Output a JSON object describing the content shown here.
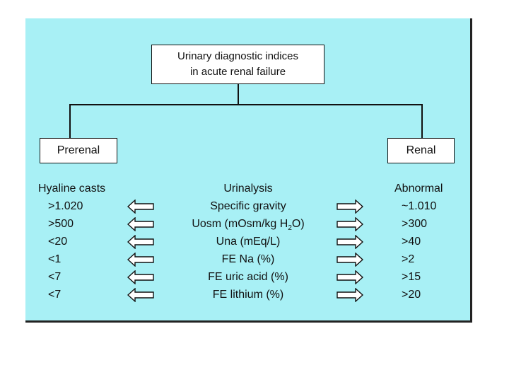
{
  "title": {
    "line1": "Urinary diagnostic indices",
    "line2": "in acute renal failure"
  },
  "branches": {
    "left": "Prerenal",
    "right": "Renal"
  },
  "columns": {
    "left_header": "Hyaline casts",
    "mid_header": "Urinalysis",
    "right_header": "Abnormal"
  },
  "rows": [
    {
      "left": ">1.020",
      "mid": "Specific gravity",
      "right": "~1.010"
    },
    {
      "left": ">500",
      "mid_pre": "Uosm (mOsm/kg H",
      "mid_sub": "2",
      "mid_post": "O)",
      "right": ">300"
    },
    {
      "left": "<20",
      "mid": "Una (mEq/L)",
      "right": ">40"
    },
    {
      "left": "<1",
      "mid": "FE Na (%)",
      "right": ">2"
    },
    {
      "left": "<7",
      "mid": "FE uric acid (%)",
      "right": ">15"
    },
    {
      "left": "<7",
      "mid": "FE lithium (%)",
      "right": ">20"
    }
  ],
  "colors": {
    "panel_background": "#a8f0f5",
    "box_background": "#ffffff",
    "line": "#111111"
  },
  "icons": {
    "left_arrows": "outline-left-arrow-icon",
    "right_arrows": "outline-right-arrow-icon"
  }
}
